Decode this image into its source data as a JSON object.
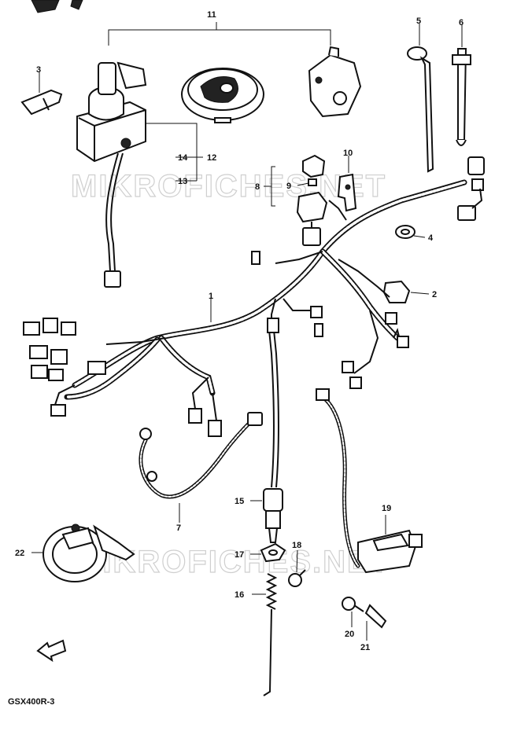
{
  "diagram_code": "GSX400R-3",
  "watermark": {
    "top": "MIKROFICHES.NET",
    "bottom": "MIKROFICHES.NET"
  },
  "callouts": {
    "c1": "1",
    "c2": "2",
    "c3": "3",
    "c4": "4",
    "c5": "5",
    "c6": "6",
    "c7": "7",
    "c8": "8",
    "c9": "9",
    "c10": "10",
    "c11": "11",
    "c12": "12",
    "c13": "13",
    "c14": "14",
    "c15": "15",
    "c16": "16",
    "c17": "17",
    "c18": "18",
    "c19": "19",
    "c20": "20",
    "c21": "21",
    "c22": "22"
  }
}
